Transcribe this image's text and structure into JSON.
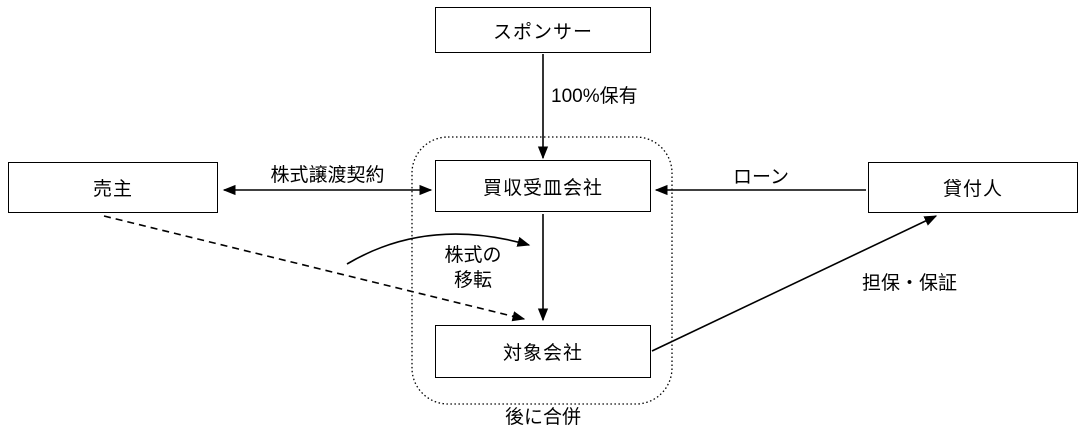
{
  "diagram": {
    "nodes": {
      "sponsor": "スポンサー",
      "seller": "売主",
      "spc": "買収受皿会社",
      "lender": "貸付人",
      "target": "対象会社"
    },
    "edges": {
      "ownership": "100%保有",
      "share_transfer_agreement": "株式譲渡契約",
      "loan": "ローン",
      "share_transfer": "株式の\n移転",
      "collateral_guarantee": "担保・保証",
      "merger_note": "後に合併"
    },
    "colors": {
      "line": "#000000",
      "background": "#ffffff",
      "box_border": "#000000"
    }
  }
}
